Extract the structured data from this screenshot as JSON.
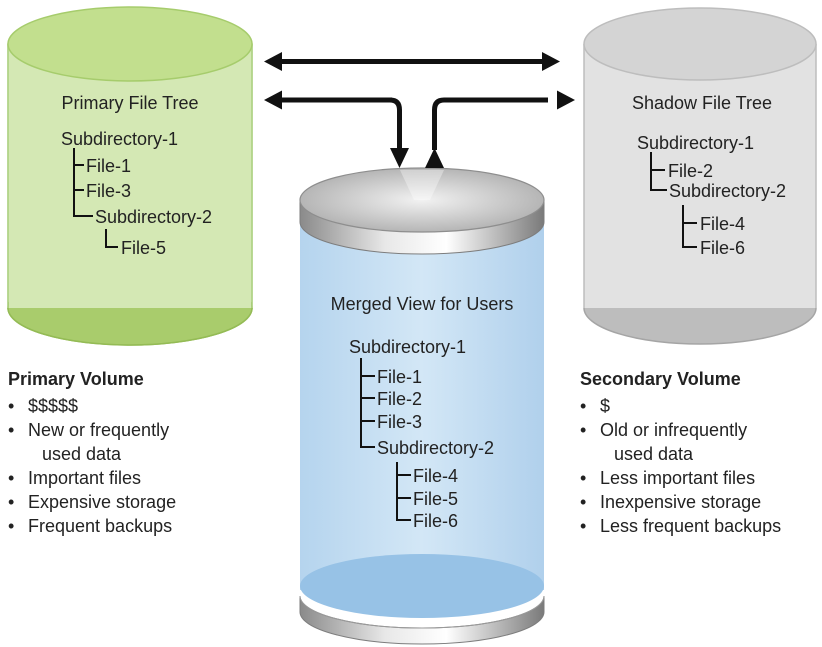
{
  "primary": {
    "title": "Primary File Tree",
    "tree": {
      "root": "Subdirectory-1",
      "level1": [
        "File-1",
        "File-3",
        "Subdirectory-2"
      ],
      "level2": [
        "File-5"
      ]
    },
    "volume_heading": "Primary Volume",
    "bullets": [
      "$$$$$",
      "New or frequently",
      "used data",
      "Important files",
      "Expensive storage",
      "Frequent backups"
    ],
    "colors": {
      "fill": "#d4e8b4",
      "top": "#c2df8e",
      "bottom": "#a9cc6c"
    }
  },
  "shadow": {
    "title": "Shadow File Tree",
    "tree": {
      "root": "Subdirectory-1",
      "level1": [
        "File-2",
        "Subdirectory-2"
      ],
      "level2": [
        "File-4",
        "File-6"
      ]
    },
    "volume_heading": "Secondary Volume",
    "bullets": [
      "$",
      "Old or infrequently",
      "used data",
      "Less important files",
      "Inexpensive storage",
      "Less frequent backups"
    ],
    "colors": {
      "fill": "#e2e2e2",
      "top": "#d4d4d4",
      "bottom": "#bdbdbd"
    }
  },
  "merged": {
    "title": "Merged View for Users",
    "tree": {
      "root": "Subdirectory-1",
      "level1": [
        "File-1",
        "File-2",
        "File-3",
        "Subdirectory-2"
      ],
      "level2": [
        "File-4",
        "File-5",
        "File-6"
      ]
    },
    "colors": {
      "fill": "#c6dff2",
      "bottom": "#97c2e6",
      "rim": "#a8a8a8"
    }
  }
}
